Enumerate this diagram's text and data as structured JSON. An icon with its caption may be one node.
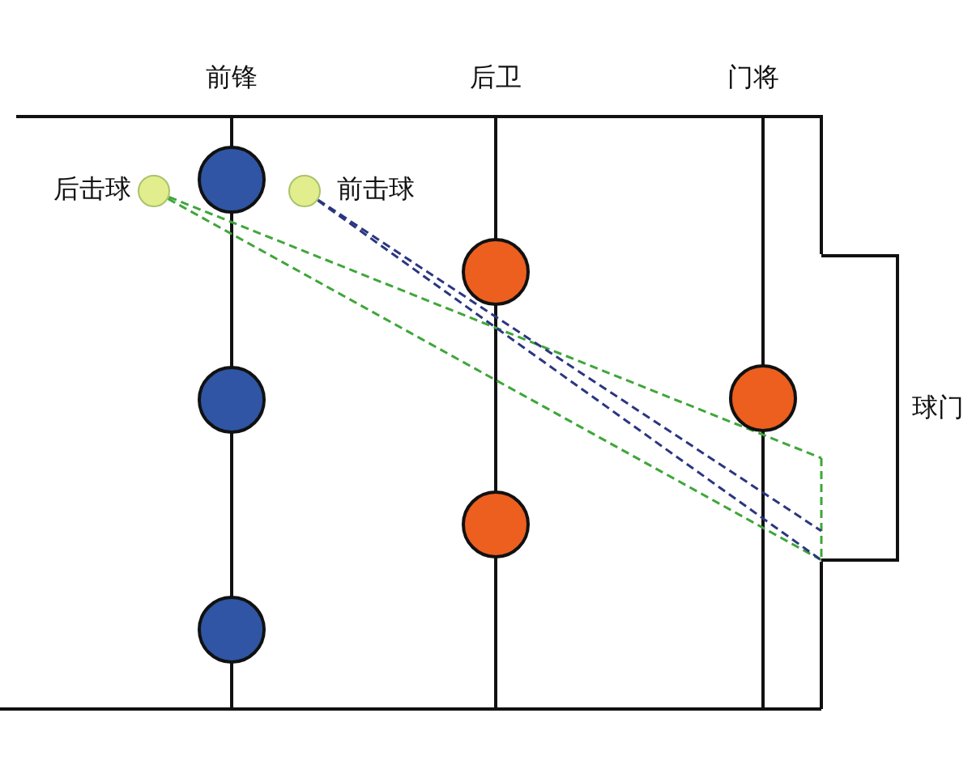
{
  "diagram": {
    "nodes": [
      {
        "text": [],
        "shape": "circle",
        "beside": [
          "后击球"
        ]
      },
      {
        "text": [],
        "shape": "circle"
      },
      {
        "text": [],
        "shape": "circle",
        "beside": [
          "前击球"
        ]
      },
      {
        "text": [],
        "shape": "circle"
      },
      {
        "text": [],
        "shape": "circle"
      },
      {
        "text": [],
        "shape": "circle"
      },
      {
        "text": [],
        "shape": "circle"
      },
      {
        "text": [],
        "shape": "circle"
      },
      {
        "text": [
          "球门"
        ]
      }
    ],
    "edges": [
      {
        "from": 0,
        "to": 8,
        "arrow": "none",
        "style": "dashed",
        "color": "#3fa63a"
      },
      {
        "from": 0,
        "to": 8,
        "arrow": "none",
        "style": "dashed",
        "color": "#3fa63a"
      },
      {
        "from": 2,
        "to": 8,
        "arrow": "none",
        "style": "dashed",
        "color": "#2b3680"
      },
      {
        "from": 2,
        "to": 8,
        "arrow": "none",
        "style": "dashed",
        "color": "#2b3680"
      }
    ],
    "labels": [
      "前锋",
      "后卫",
      "门将"
    ]
  }
}
